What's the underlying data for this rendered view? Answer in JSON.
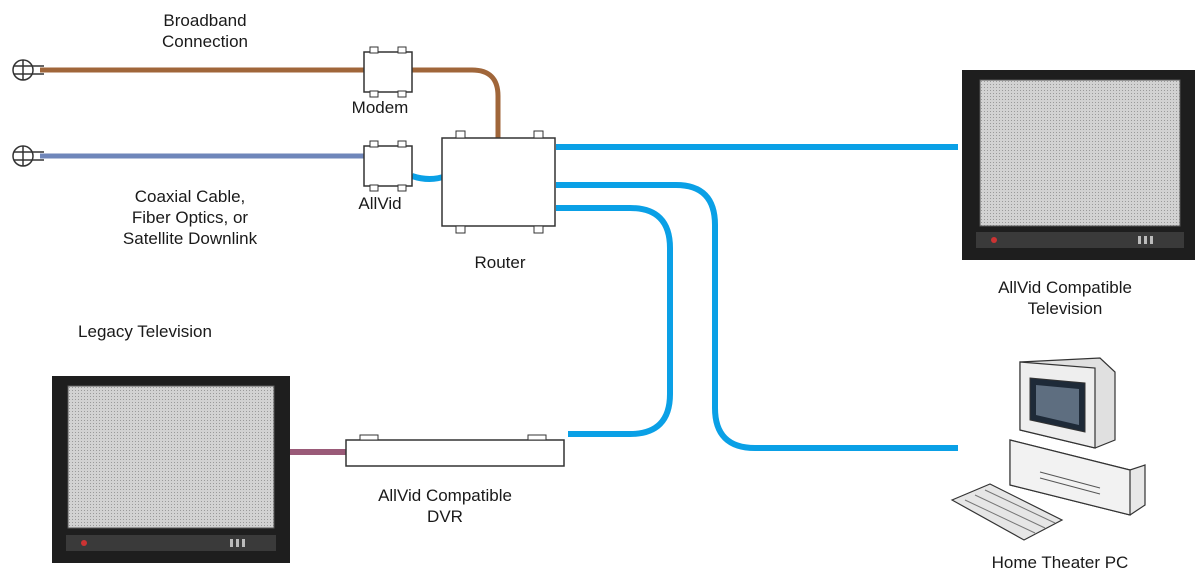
{
  "labels": {
    "broadband_line1": "Broadband",
    "broadband_line2": "Connection",
    "modem": "Modem",
    "allvid": "AllVid",
    "router": "Router",
    "coax_line1": "Coaxial Cable,",
    "coax_line2": "Fiber Optics, or",
    "coax_line3": "Satellite Downlink",
    "legacy_tv": "Legacy Television",
    "dvr_line1": "AllVid Compatible",
    "dvr_line2": "DVR",
    "tv_line1": "AllVid Compatible",
    "tv_line2": "Television",
    "htpc": "Home Theater PC"
  },
  "colors": {
    "broadband_cable": "#a0663a",
    "coax_cable": "#6f86ba",
    "network_cable": "#0aa0e6",
    "legacy_cable": "#9a5a78",
    "tv_body": "#1e1e1e",
    "tv_screen": "#c8c8c8"
  },
  "icons": [
    "plug-icon",
    "modem-icon",
    "allvid-icon",
    "router-icon",
    "television-icon",
    "dvr-icon",
    "computer-icon",
    "keyboard-icon"
  ]
}
